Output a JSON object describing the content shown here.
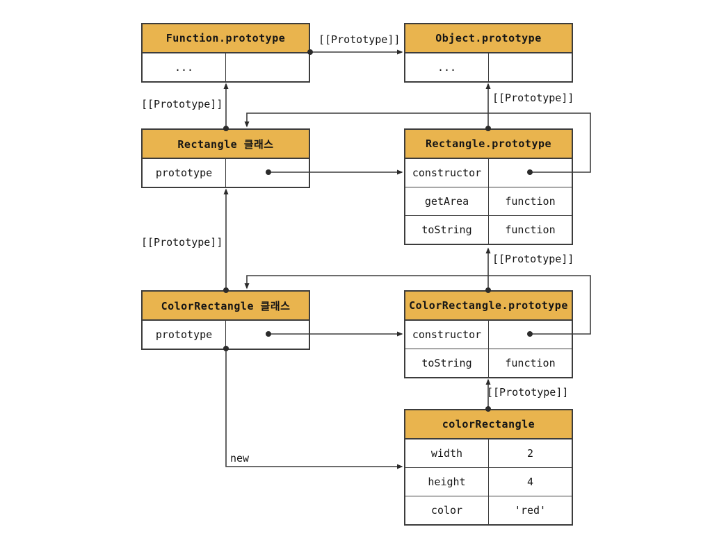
{
  "diagram": {
    "description": "JavaScript prototype chain diagram for Rectangle / ColorRectangle classes",
    "colors": {
      "header_bg": "#e9b44e",
      "border": "#3c3c3c",
      "line": "#3c3c3c",
      "text": "#151515",
      "background": "#ffffff"
    }
  },
  "nodes": {
    "function_prototype": {
      "title": "Function.prototype",
      "rows": [
        {
          "key": "...",
          "value": ""
        }
      ]
    },
    "object_prototype": {
      "title": "Object.prototype",
      "rows": [
        {
          "key": "...",
          "value": ""
        }
      ]
    },
    "rectangle_class": {
      "title": "Rectangle 클래스",
      "rows": [
        {
          "key": "prototype",
          "value": ""
        }
      ]
    },
    "rectangle_prototype": {
      "title": "Rectangle.prototype",
      "rows": [
        {
          "key": "constructor",
          "value": ""
        },
        {
          "key": "getArea",
          "value": "function"
        },
        {
          "key": "toString",
          "value": "function"
        }
      ]
    },
    "colorrectangle_class": {
      "title": "ColorRectangle 클래스",
      "rows": [
        {
          "key": "prototype",
          "value": ""
        }
      ]
    },
    "colorrectangle_prototype": {
      "title": "ColorRectangle.prototype",
      "rows": [
        {
          "key": "constructor",
          "value": ""
        },
        {
          "key": "toString",
          "value": "function"
        }
      ]
    },
    "colorrectangle_instance": {
      "title": "colorRectangle",
      "rows": [
        {
          "key": "width",
          "value": "2"
        },
        {
          "key": "height",
          "value": "4"
        },
        {
          "key": "color",
          "value": "'red'"
        }
      ]
    }
  },
  "labels": {
    "prototype_link": "[[Prototype]]",
    "new_keyword": "new"
  }
}
